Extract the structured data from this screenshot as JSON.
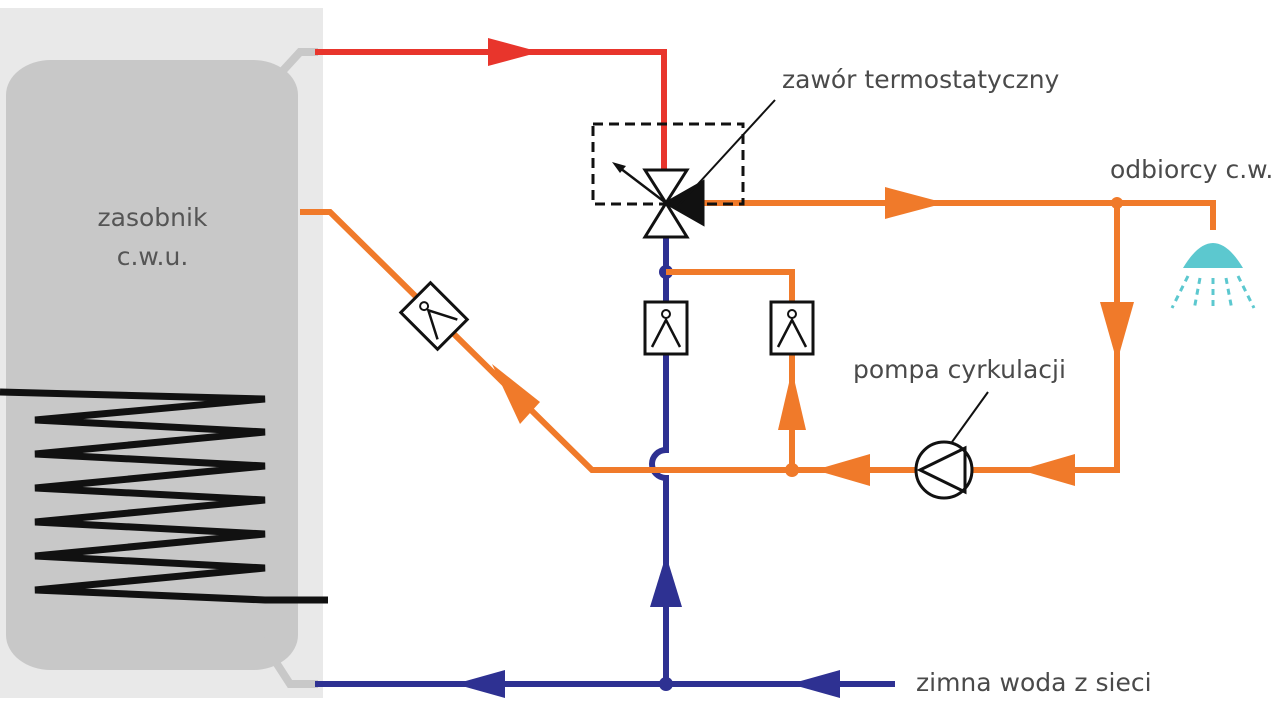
{
  "labels": {
    "tank_line1": "zasobnik",
    "tank_line2": "c.w.u.",
    "valve": "zawór termostatyczny",
    "consumers": "odbiorcy c.w.",
    "pump": "pompa cyrkulacji",
    "cold_water": "zimna woda z sieci"
  },
  "colors": {
    "hot_water": "#e8352c",
    "domestic_hot_water": "#f07a2a",
    "cold_water": "#2e3192",
    "tank": "#c8c8c8",
    "coil": "#111111",
    "shower": "#5cc8cf"
  },
  "icons": [
    "check-valve-icon",
    "three-way-valve-icon",
    "pump-icon",
    "shower-head-icon"
  ]
}
